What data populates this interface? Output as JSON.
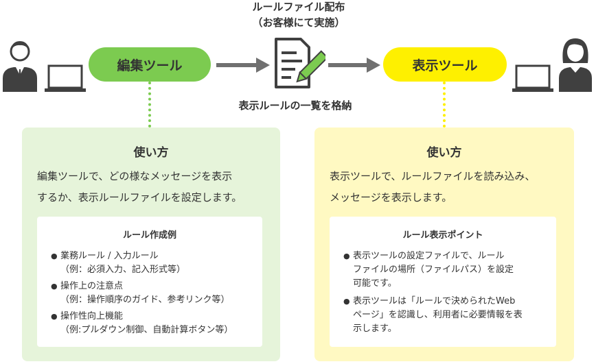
{
  "colors": {
    "edit_green": "#7ccb50",
    "view_yellow": "#fef000",
    "panel_green": "#e6f4da",
    "panel_yellow": "#fff9c2",
    "arrow_gray": "#707070",
    "icon_dark": "#404040"
  },
  "header": {
    "line1": "ルールファイル配布",
    "line2": "（お客様にて実施）"
  },
  "caption": "表示ルールの一覧を格納",
  "edit_tool": {
    "label": "編集ツール",
    "panel": {
      "title": "使い方",
      "desc_line1": "編集ツールで、どの様なメッセージを表示",
      "desc_line2": "するか、表示ルールファイルを設定します。",
      "card": {
        "title": "ルール作成例",
        "items": [
          {
            "bullet": "●",
            "line1": "業務ルール / 入力ルール",
            "line2": "（例：必須入力、記入形式等）"
          },
          {
            "bullet": "●",
            "line1": "操作上の注意点",
            "line2": "（例：操作順序のガイド、参考リンク等）"
          },
          {
            "bullet": "●",
            "line1": "操作性向上機能",
            "line2": "（例:プルダウン制御、自動計算ボタン等）"
          }
        ]
      }
    }
  },
  "view_tool": {
    "label": "表示ツール",
    "panel": {
      "title": "使い方",
      "desc_line1": "表示ツールで、ルールファイルを読み込み、",
      "desc_line2": "メッセージを表示します。",
      "card": {
        "title": "ルール表示ポイント",
        "items": [
          {
            "bullet": "●",
            "line1": "表示ツールの設定ファイルで、ルール",
            "line2": "ファイルの場所（ファイルパス）を設定",
            "line3": "可能です。"
          },
          {
            "bullet": "●",
            "line1": "表示ツールは「ルールで決められたWeb",
            "line2": "ページ」を認識し、利用者に必要情報を表",
            "line3": "示します。"
          }
        ]
      }
    }
  },
  "icons": {
    "left_user": "male-user-icon",
    "left_laptop": "laptop-icon",
    "right_user": "female-user-icon",
    "right_laptop": "laptop-icon",
    "document": "document-edit-icon"
  }
}
